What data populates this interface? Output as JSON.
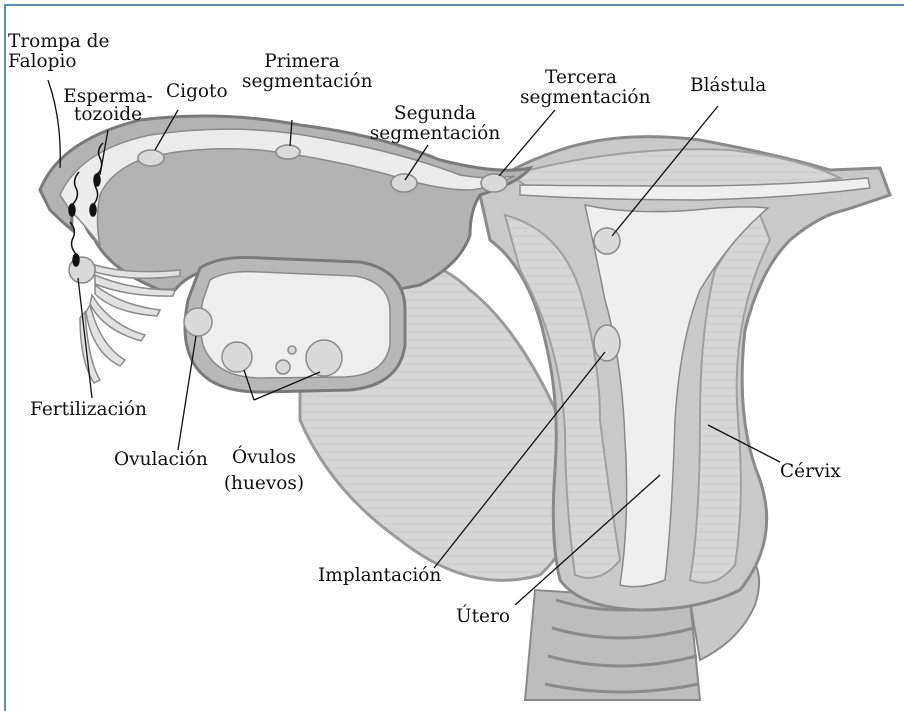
{
  "colors": {
    "tissue": "#a9a9a9",
    "tissue_outline": "#7a7a7a",
    "lumen": "#eeeeee",
    "muscle": "#d3d3d3",
    "frame_border": "#5a8fb5",
    "label_text": "#111111",
    "leader_line": "#111111"
  },
  "labels": {
    "fallopian_tube": [
      "Trompa de",
      "Falopio"
    ],
    "sperm": [
      "Esperma-",
      "tozoide"
    ],
    "zygote": "Cigoto",
    "first_cleavage": [
      "Primera",
      "segmentación"
    ],
    "second_cleavage": [
      "Segunda",
      "segmentación"
    ],
    "third_cleavage": [
      "Tercera",
      "segmentación"
    ],
    "blastula": "Blástula",
    "fertilization": "Fertilización",
    "ovulation": "Ovulación",
    "ova": [
      "Óvulos",
      "(huevos)"
    ],
    "cervix": "Cérvix",
    "implantation": "Implantación",
    "uterus": "Útero"
  }
}
